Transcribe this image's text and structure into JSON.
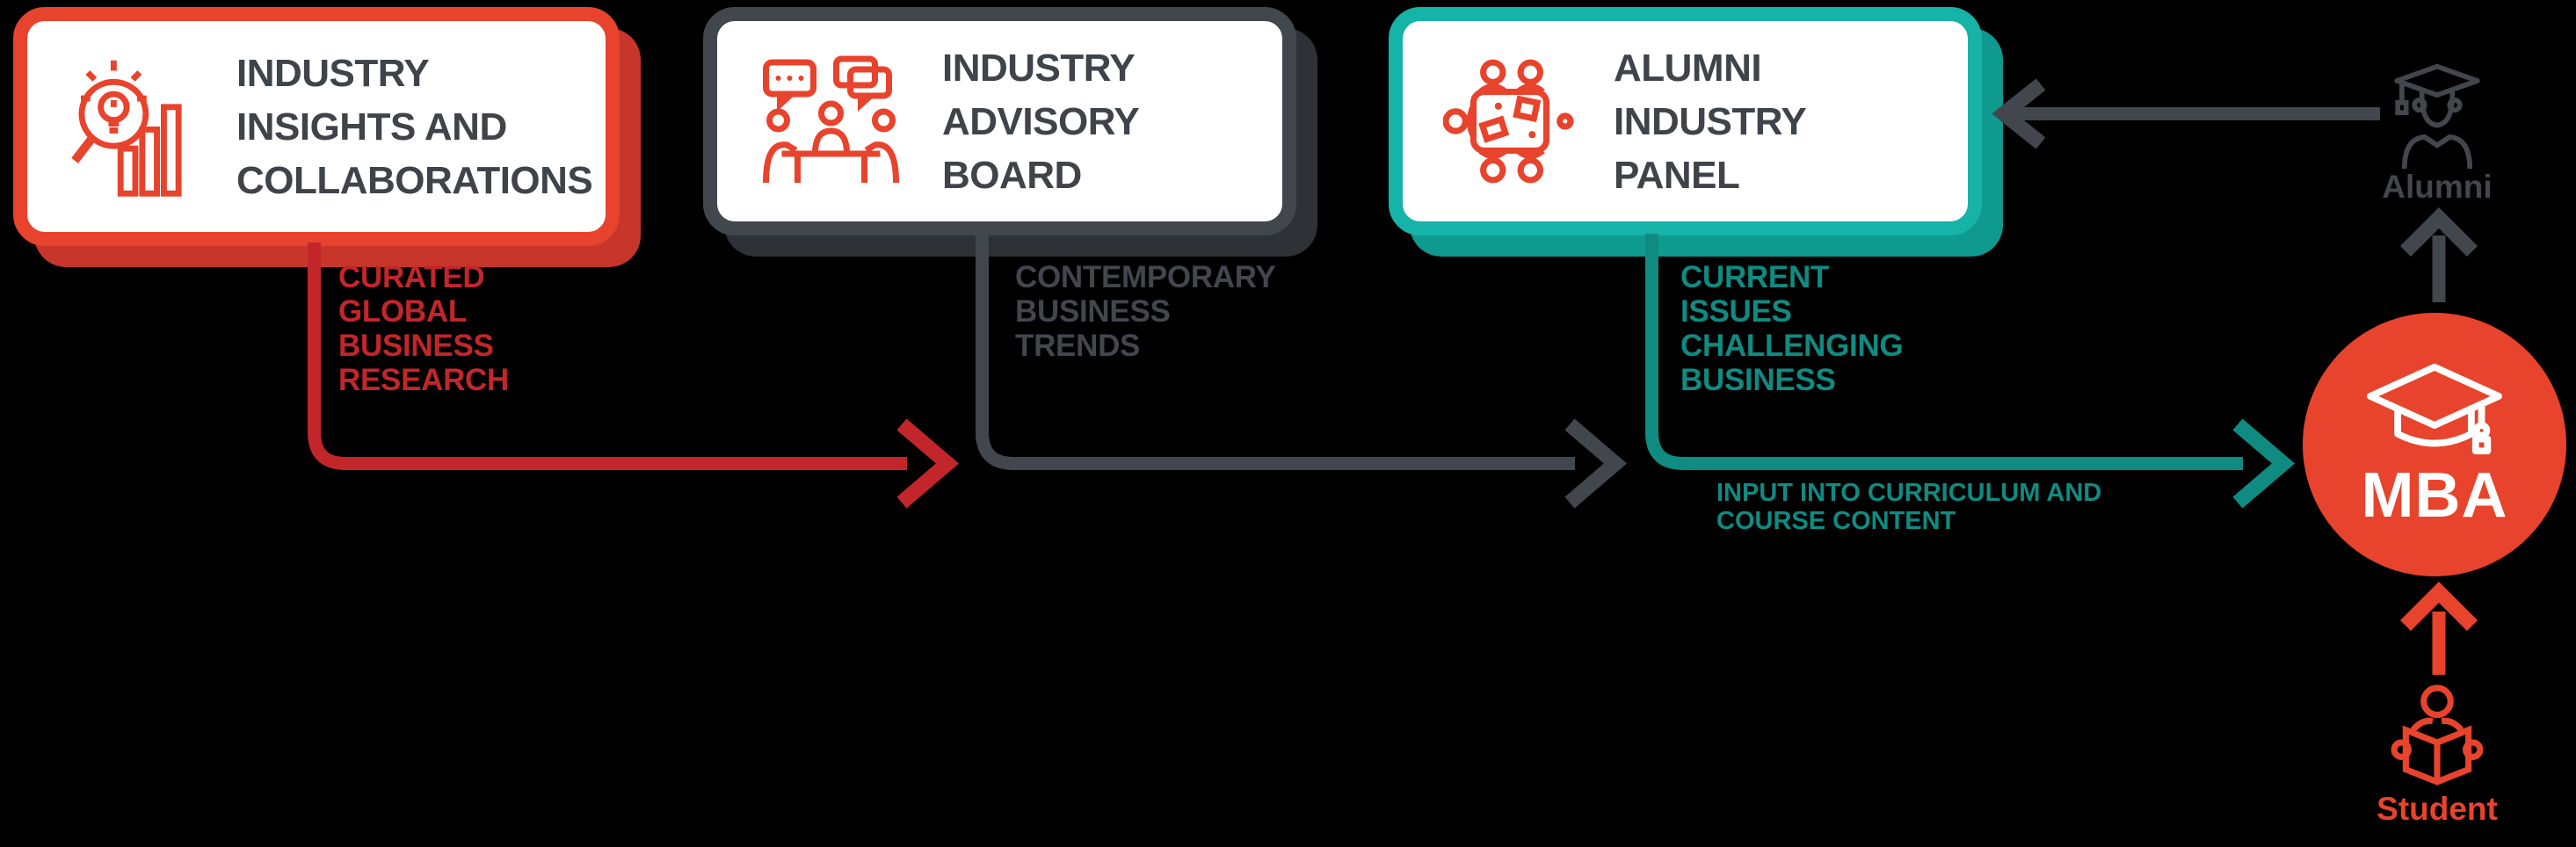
{
  "palette": {
    "background": "#000000",
    "white": "#FFFFFF",
    "red": "#E8432C",
    "red_dark": "#C2262B",
    "red_shadow": "#C8352A",
    "charcoal": "#42464D",
    "charcoal_text": "#3F434A",
    "charcoal_shadow": "#2E3135",
    "teal": "#16B3A8",
    "teal_dark": "#0F8B82",
    "teal_shadow": "#0F9A90"
  },
  "boxes": [
    {
      "id": "insights",
      "icon": "research-magnifier-lightbulb-chart-icon",
      "accent": "#E8432C",
      "title_lines": [
        "INDUSTRY",
        "INSIGHTS AND",
        "COLLABORATIONS"
      ]
    },
    {
      "id": "advisory",
      "icon": "meeting-discussion-icon",
      "accent": "#42464D",
      "title_lines": [
        "INDUSTRY",
        "ADVISORY",
        "BOARD"
      ]
    },
    {
      "id": "panel",
      "icon": "roundtable-panel-icon",
      "accent": "#16B3A8",
      "title_lines": [
        "ALUMNI",
        "INDUSTRY",
        "PANEL"
      ]
    }
  ],
  "captions": [
    {
      "id": "research",
      "color": "#C2262B",
      "lines": [
        "CURATED",
        "GLOBAL",
        "BUSINESS",
        "RESEARCH"
      ]
    },
    {
      "id": "trends",
      "color": "#42464D",
      "lines": [
        "CONTEMPORARY",
        "BUSINESS",
        "TRENDS"
      ]
    },
    {
      "id": "issues",
      "color": "#0F8B82",
      "lines": [
        "CURRENT",
        "ISSUES",
        "CHALLENGING",
        "BUSINESS"
      ]
    }
  ],
  "note": {
    "color": "#0F8B82",
    "lines": [
      "INPUT INTO CURRICULUM AND",
      "COURSE CONTENT"
    ]
  },
  "nodes": {
    "mba": {
      "label": "MBA",
      "color": "#E8432C",
      "icon": "graduation-cap-icon"
    },
    "alumni": {
      "label": "Alumni",
      "color": "#42464D",
      "icon": "alumni-graduate-icon"
    },
    "student": {
      "label": "Student",
      "color": "#E8432C",
      "icon": "student-reading-icon"
    }
  }
}
